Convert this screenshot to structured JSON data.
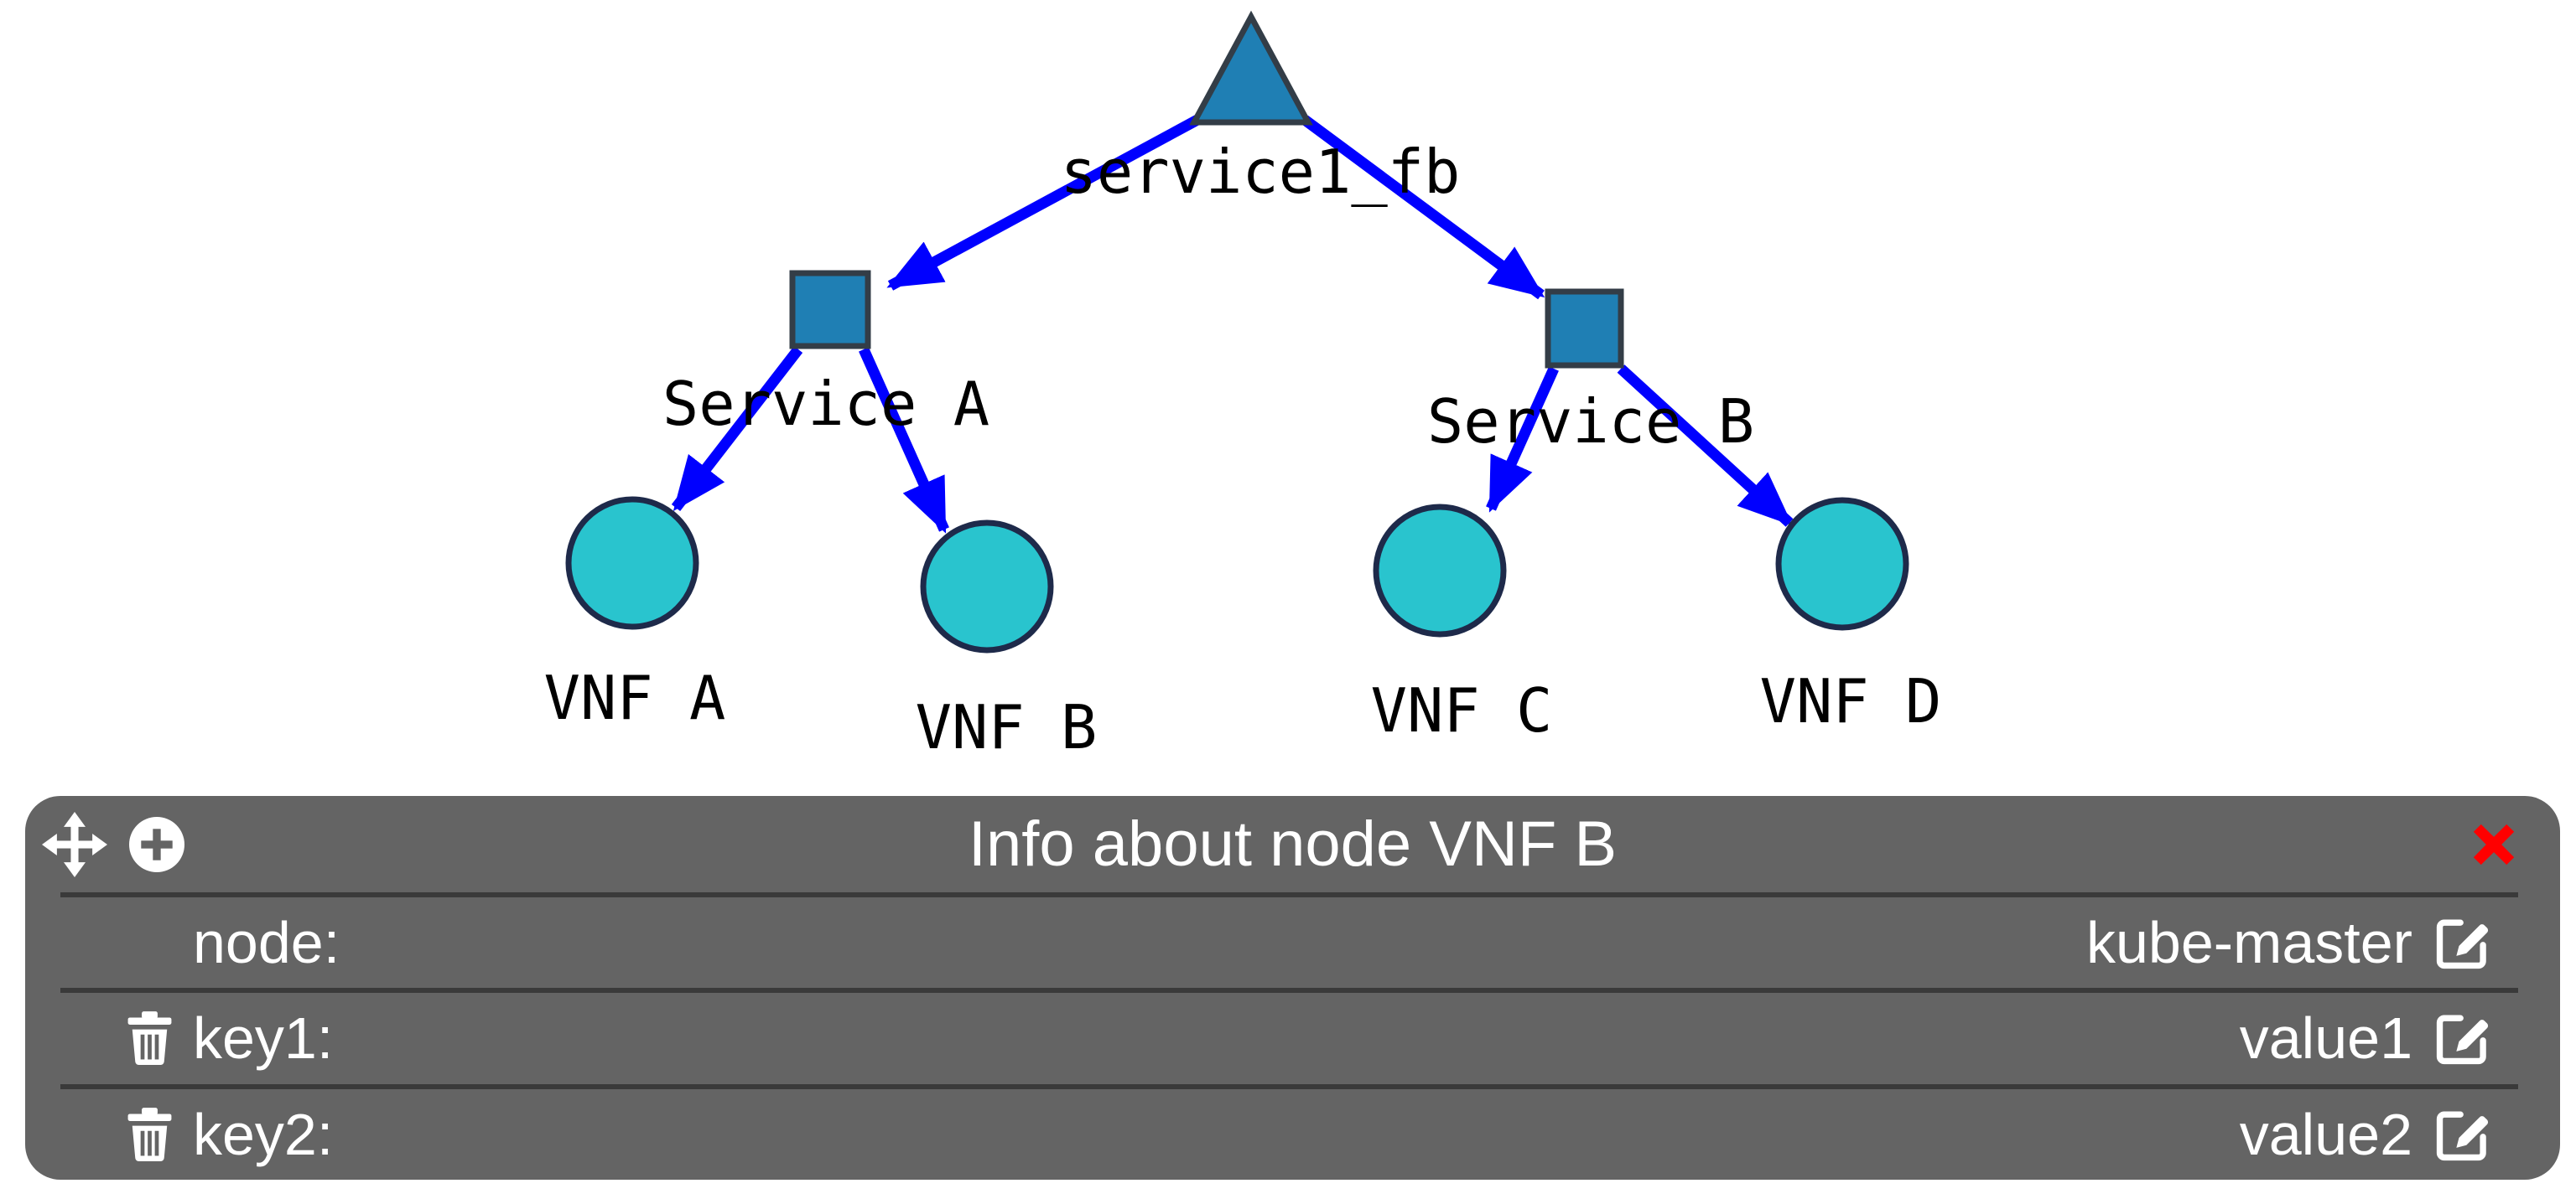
{
  "colors": {
    "canvas_bg": "#ffffff",
    "edge_blue": "#0000ff",
    "service_node_fill": "#1f7fb4",
    "service_node_border": "#333d47",
    "vnf_node_fill": "#29c4ce",
    "vnf_node_border": "#1e2a4a",
    "node_label_text": "#000000",
    "panel_bg": "#646464",
    "panel_separator": "#3a3a3a",
    "panel_text": "#ffffff",
    "close_icon_red": "#ff0000"
  },
  "graph": {
    "nodes": [
      {
        "id": "service1_fb",
        "label": "service1_fb",
        "shape": "triangle"
      },
      {
        "id": "service_a",
        "label": "Service A",
        "shape": "square"
      },
      {
        "id": "service_b",
        "label": "Service B",
        "shape": "square"
      },
      {
        "id": "vnf_a",
        "label": "VNF A",
        "shape": "circle"
      },
      {
        "id": "vnf_b",
        "label": "VNF B",
        "shape": "circle"
      },
      {
        "id": "vnf_c",
        "label": "VNF C",
        "shape": "circle"
      },
      {
        "id": "vnf_d",
        "label": "VNF D",
        "shape": "circle"
      }
    ],
    "edges": [
      {
        "from": "service1_fb",
        "to": "service_a"
      },
      {
        "from": "service1_fb",
        "to": "service_b"
      },
      {
        "from": "service_a",
        "to": "vnf_a"
      },
      {
        "from": "service_a",
        "to": "vnf_b"
      },
      {
        "from": "service_b",
        "to": "vnf_c"
      },
      {
        "from": "service_b",
        "to": "vnf_d"
      }
    ]
  },
  "panel": {
    "title": "Info about node VNF B",
    "header_icons": [
      "move-icon",
      "plus-icon",
      "close-icon"
    ],
    "rows": [
      {
        "label": "node:",
        "value": "kube-master",
        "deletable": false
      },
      {
        "label": "key1:",
        "value": "value1",
        "deletable": true
      },
      {
        "label": "key2:",
        "value": "value2",
        "deletable": true
      }
    ]
  }
}
